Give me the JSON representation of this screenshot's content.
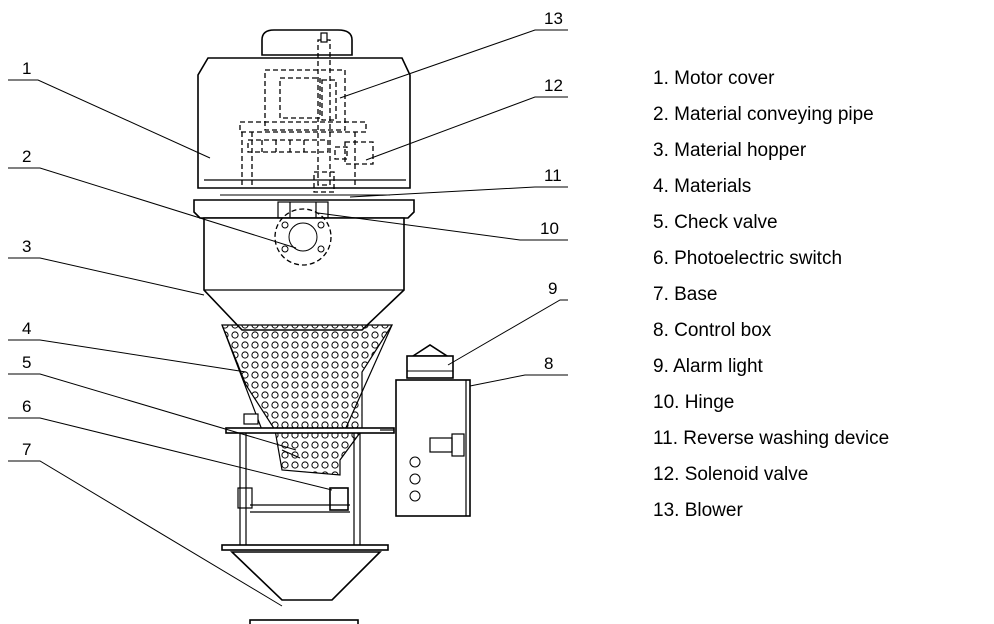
{
  "callouts": [
    "1",
    "2",
    "3",
    "4",
    "5",
    "6",
    "7",
    "8",
    "9",
    "10",
    "11",
    "12",
    "13"
  ],
  "legend": [
    "1. Motor cover",
    "2. Material conveying pipe",
    "3. Material hopper",
    "4. Materials",
    "5. Check valve",
    "6. Photoelectric switch",
    "7. Base",
    "8. Control box",
    "9. Alarm light",
    "10.  Hinge",
    "11. Reverse washing device",
    "12. Solenoid valve",
    "13. Blower"
  ]
}
